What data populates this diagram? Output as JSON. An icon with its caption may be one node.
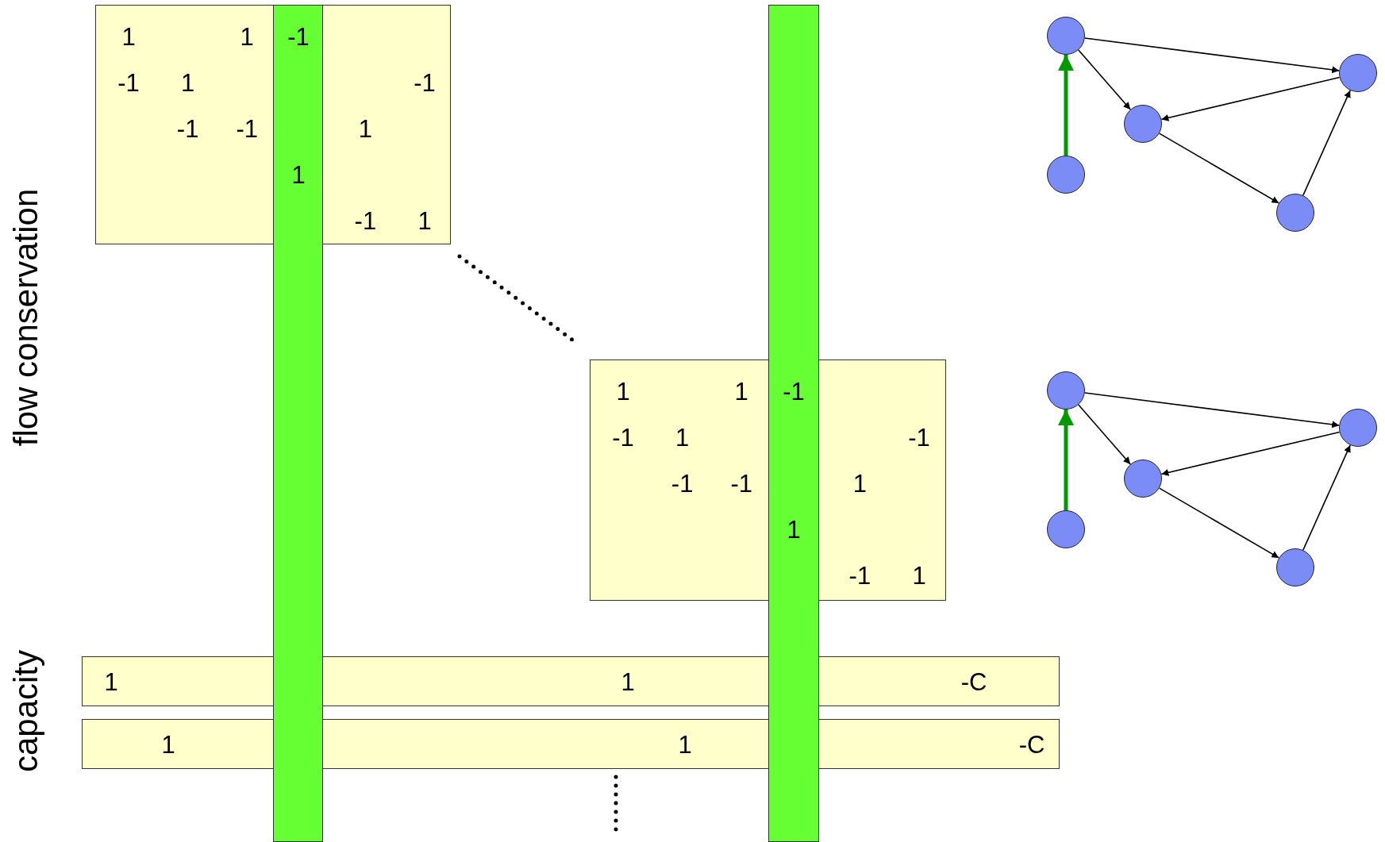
{
  "diagram": {
    "nodes": [
      {
        "text": [
          "1",
          "1",
          "-1",
          "1",
          "-1",
          "-1",
          "-1",
          "1",
          "-1",
          "1"
        ]
      },
      {
        "text": [
          "-1",
          "1"
        ]
      },
      {
        "text": [
          "1",
          "1",
          "-1",
          "1",
          "-1",
          "-1",
          "-1",
          "1",
          "-1",
          "1"
        ]
      },
      {
        "text": [
          "-1",
          "1"
        ]
      },
      {
        "text": [
          "1",
          "1",
          "-C"
        ]
      },
      {
        "text": [
          "1",
          "1",
          "-C"
        ]
      },
      {
        "text": [],
        "shape": "circle"
      },
      {
        "text": [],
        "shape": "circle"
      },
      {
        "text": [],
        "shape": "circle"
      },
      {
        "text": [],
        "shape": "circle"
      },
      {
        "text": [],
        "shape": "circle"
      },
      {
        "text": [],
        "shape": "circle"
      },
      {
        "text": [],
        "shape": "circle"
      },
      {
        "text": [],
        "shape": "circle"
      },
      {
        "text": [],
        "shape": "circle"
      },
      {
        "text": [],
        "shape": "circle"
      }
    ],
    "edges": [
      {
        "from": 6,
        "to": 10,
        "arrow": "to"
      },
      {
        "from": 6,
        "to": 8,
        "arrow": "to"
      },
      {
        "from": 10,
        "to": 8,
        "arrow": "to"
      },
      {
        "from": 8,
        "to": 9,
        "arrow": "to"
      },
      {
        "from": 9,
        "to": 10,
        "arrow": "to"
      },
      {
        "from": 7,
        "to": 6,
        "arrow": "to",
        "style": "thick",
        "color": "#009900"
      },
      {
        "from": 11,
        "to": 15,
        "arrow": "to"
      },
      {
        "from": 11,
        "to": 13,
        "arrow": "to"
      },
      {
        "from": 15,
        "to": 13,
        "arrow": "to"
      },
      {
        "from": 13,
        "to": 14,
        "arrow": "to"
      },
      {
        "from": 14,
        "to": 15,
        "arrow": "to"
      },
      {
        "from": 12,
        "to": 11,
        "arrow": "to",
        "style": "thick",
        "color": "#009900"
      }
    ],
    "labels": [
      "flow conservation",
      "capacity"
    ]
  }
}
